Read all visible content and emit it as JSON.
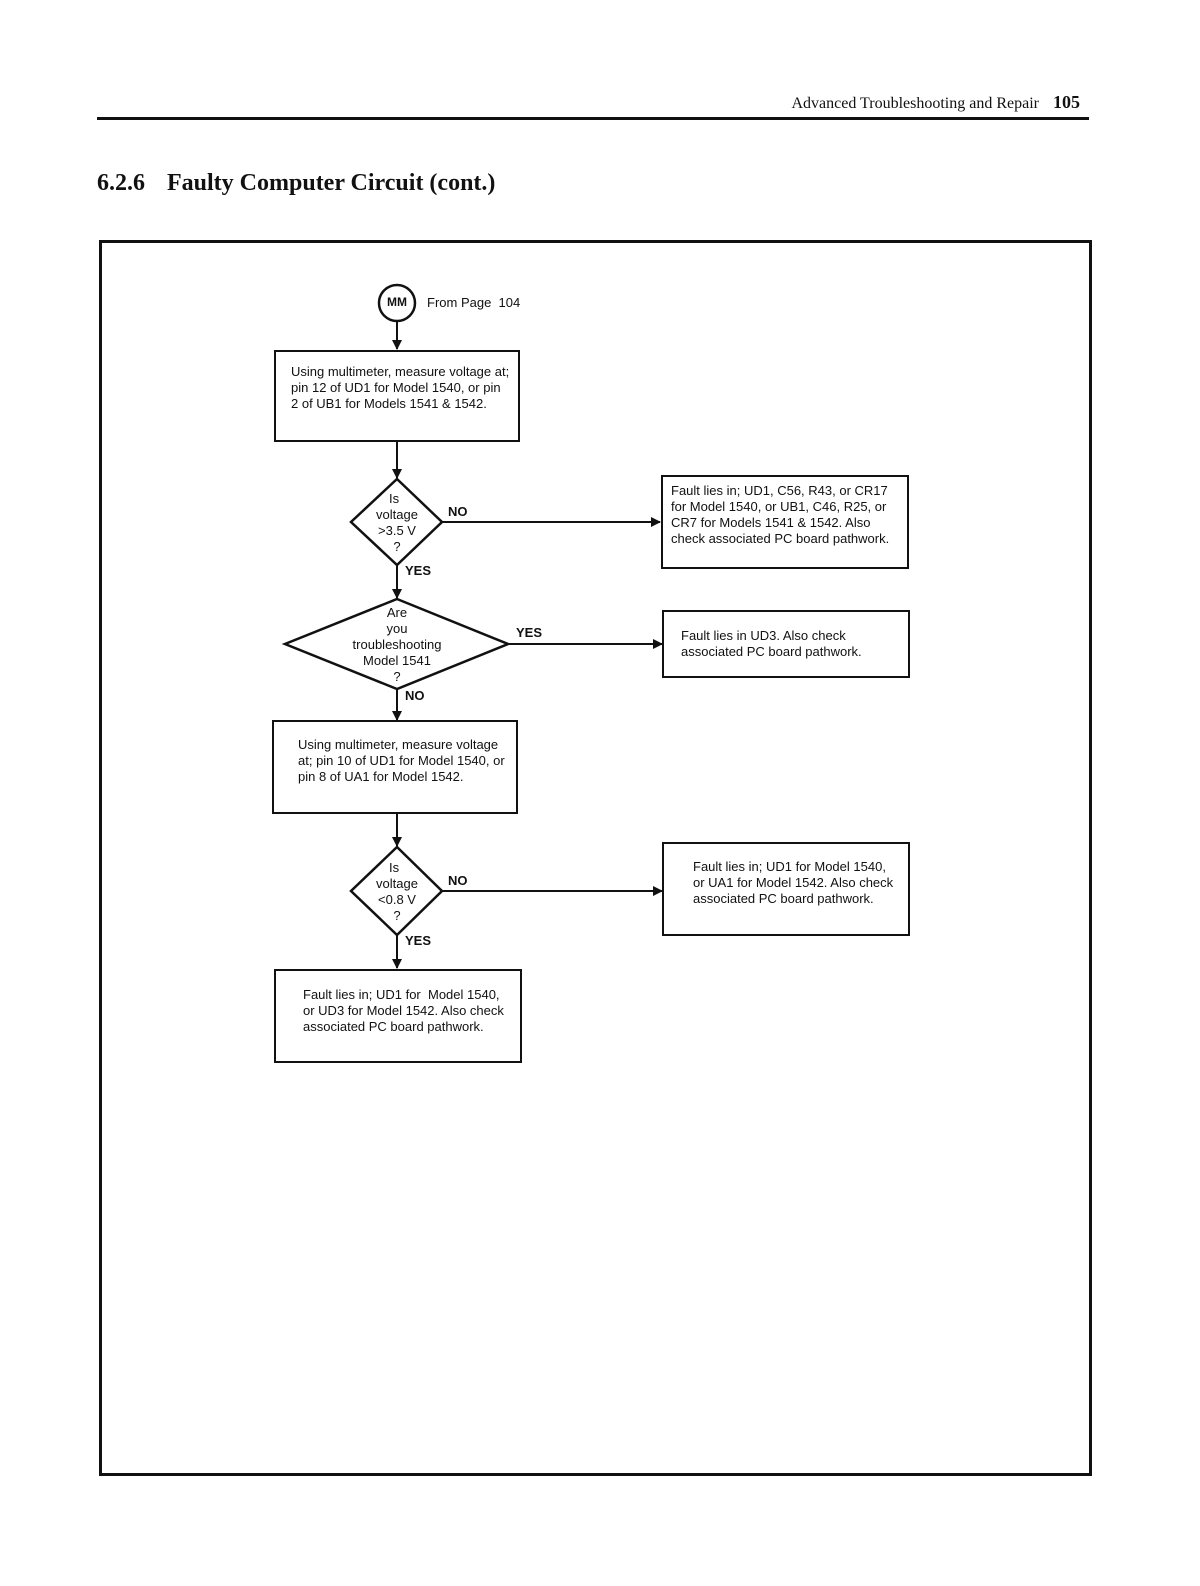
{
  "header": {
    "running_title": "Advanced Troubleshooting and Repair",
    "page_number": "105"
  },
  "section": {
    "number": "6.2.6",
    "title": "Faulty Computer Circuit (cont.)"
  },
  "flowchart": {
    "connector": {
      "label": "MM",
      "note": "From Page  104"
    },
    "step1": "Using multimeter, measure voltage at; pin 12 of UD1 for Model 1540, or pin 2 of UB1 for Models 1541 & 1542.",
    "decision1": {
      "line1": "Is",
      "line2": "voltage",
      "line3": ">3.5 V",
      "line4": "?",
      "no_label": "NO",
      "yes_label": "YES"
    },
    "result1": "Fault lies in; UD1, C56, R43, or CR17 for Model 1540, or UB1, C46, R25, or CR7 for Models 1541 & 1542.  Also check associated PC board pathwork.",
    "decision2": {
      "line1": "Are",
      "line2": "you",
      "line3": "troubleshooting",
      "line4": "Model 1541",
      "line5": "?",
      "yes_label": "YES",
      "no_label": "NO"
    },
    "result2": "Fault lies in UD3.  Also check associated PC board pathwork.",
    "step2": "Using multimeter, measure voltage at; pin 10 of UD1 for Model 1540, or pin 8 of UA1 for Model 1542.",
    "decision3": {
      "line1": "Is",
      "line2": "voltage",
      "line3": "<0.8 V",
      "line4": "?",
      "no_label": "NO",
      "yes_label": "YES"
    },
    "result3": "Fault lies in; UD1 for Model 1540, or UA1 for Model 1542. Also check associated PC board pathwork.",
    "result4": "Fault lies in; UD1 for  Model 1540, or UD3 for Model 1542. Also check associated PC board pathwork."
  }
}
